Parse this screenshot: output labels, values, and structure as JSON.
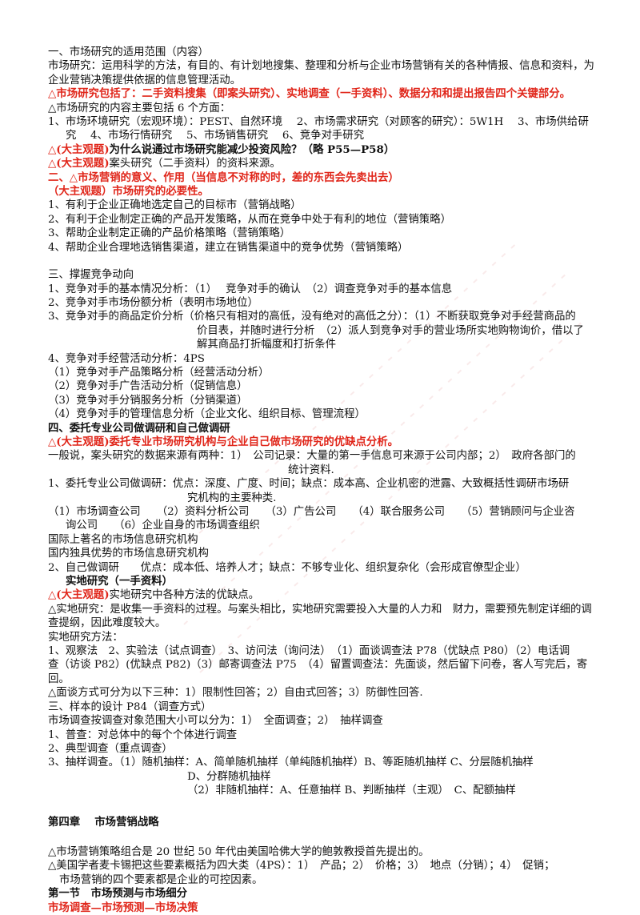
{
  "s1_title": "一、市场研究的适用范围（内容）",
  "s1_def": "市场研究：运用科学的方法，有目的、有计划地搜集、整理和分析与企业市场营销有关的各种情报、信息和资料，为企业营销决策提供依据的信息管理活动。",
  "s1_red1": "△市场研究包括了：二手资料搜集（即案头研究）、实地调查（一手资料）、数据分和和提出报告四个关键部分。",
  "s1_content": "△市场研究的内容主要包括 6 个方面：",
  "s1_list_a": "1、市场环境研究（宏观环境）：PEST、自然环境　 2、市场需求研究（对顾客的研究）：5W1H　 3、市场供给研",
  "s1_list_b": "究　 4、市场行情研究　 5、市场销售研究　 6、竞争对手研究",
  "s1_q1_red": "△(大主观题)",
  "s1_q1_rest": "为什么说通过市场研究能减少投资风险？（略 P55—P58）",
  "s1_q2_red": "△(大主观题)",
  "s1_q2_rest": "案头研究（二手资料）的资料来源。",
  "s2_title": "二、△市场营销的意义、作用（当信息不对称的时，差的东西会先卖出去）",
  "s2_sub": "（大主观题）市场研究的必要性。",
  "s2_items": [
    "1、有利于企业正确地选定自己的目标市（营销战略）",
    "2、有利于企业制定正确的产品开发策略，从而在竞争中处于有利的地位（营销策略）",
    "3、帮助企业制定正确的产品价格策略（营销策略）",
    "4、帮助企业合理地选销售渠道，建立在销售渠道中的竞争优势（营销策略）"
  ],
  "s3_title": "三、撑握竞争动向",
  "s3_1a": "1、竞争对手的基本情况分析：（1）　 竞争对手的确认　（2）调查竞争对手的基本信息",
  "s3_2": "2、竞争对手市场份额分析（表明市场地位）",
  "s3_3a": "3、竞争对手的商品定价分析（价格只有相对的高低，没有绝对的高低之分）：（1）不断获取竞争对手经营商品的",
  "s3_3b": "价目表，并随时进行分析　（2）派人到竞争对手的营业场所实地购物询价，借以了",
  "s3_3c": "解其商品打折幅度和打折条件",
  "s3_4": "4、竞争对手经营活动分析：4PS",
  "s3_4_items": [
    "（1）竞争对手产品策略分析（经营活动分析）",
    "（2）竞争对手广告活动分析（促销信息）",
    "（3）竞争对手分销服务分析（分销渠道）",
    "（4）竞争对手的管理信息分析（企业文化、组织目标、管理流程）"
  ],
  "s4_title": "四、委托专业公司做调研和自己做调研",
  "s4_red": "△(大主观题)委托专业市场研究机构与企业自己做市场研究的优缺点分析。",
  "s4_p1a": "一般说，案头研究的数据来源有两种：1）　公司记录：大量的第一手信息可来源于公司内部；2）　政府各部门的",
  "s4_p1b": "统计资料.",
  "s4_p2a": "1、委托专业公司做调研：优点：深度、广度、时间；缺点：成本高、企业机密的泄露、大致概括性调研市场研",
  "s4_p2b": "究机构的主要种类.",
  "s4_types_a": "（1）市场调查公司　　（2）资料分析公司　　（3）广告公司　　（4）联合服务公司　　（5）营销顾问与企业咨",
  "s4_types_b": "询公司　　（6）企业自身的市场调查组织",
  "s4_intl": "国际上著名的市场信息研究机构",
  "s4_dom": "国内独具优势的市场信息研究机构",
  "s4_self": "2、自己做调研　　优点：成本低、培养人才；缺点：不够专业化、组织复杂化（会形成官僚型企业）",
  "s5_title": "实地研究（一手资料）",
  "s5_red_mark": "△(大主观题)",
  "s5_red_rest": "实地研究中各种方法的优缺点。",
  "s5_def": "△实地研究：是收集一手资料的过程。与案头相比，实地研究需要投入大量的人力和　财力，需要预先制定详细的调查提纲，因此难度较大。",
  "s5_methods": "实地研究方法：",
  "s5_list_a": "1、观察法　2、实验法（试点调查）　3、访问法（询问法）　（1）面谈调查法 P78（优缺点 P80）（2）电话调",
  "s5_list_b": "查（访谈 P82）(优缺点 P82)（3）邮寄调查法 P75　（4）留置调查法：先面谈，然后留下问卷，客人写完后，寄",
  "s5_list_c": "回。",
  "s5_interview": "△面谈方式可分为以下三种：1）限制性回答；2）自由式回答；3）防御性回答.",
  "s6_title": "三、样本的设计 P84（调查方式）",
  "s6_intro": "市场调查按调查对象范围大小可以分为：1）　全面调查；2）　抽样调查",
  "s6_1": "1、普查：对总体中的每个个体进行调查",
  "s6_2": "2、典型调查（重点调查）",
  "s6_3a": "3、抽样调查。（1）随机抽样：A、简单随机抽样（单纯随机抽样）B、等距随机抽样 C、分层随机抽样",
  "s6_3b": "D、分群随机抽样",
  "s6_3c": "（2）非随机抽样：A、任意抽样 B、判断抽样（主观）　C、配额抽样",
  "ch4_title": "第四章　 市场营销战略",
  "ch4_p1": "△市场营销策略组合是 20 世纪 50 年代由美国哈佛大学的鲍敦教授首先提出的。",
  "ch4_p2": "△美国学者麦卡锡把这些要素概括为四大类（4PS）：1）　产品；2）　价格；3）　地点（分销）；4）　促销；",
  "ch4_p3": "市场营销的四个要素都是企业的可控因素。",
  "ch4_sec1": "第一节　市场预测与市场细分",
  "ch4_flow": "市场调查—市场预测—市场决策",
  "colors": {
    "text": "#111111",
    "red": "#e0261a"
  }
}
